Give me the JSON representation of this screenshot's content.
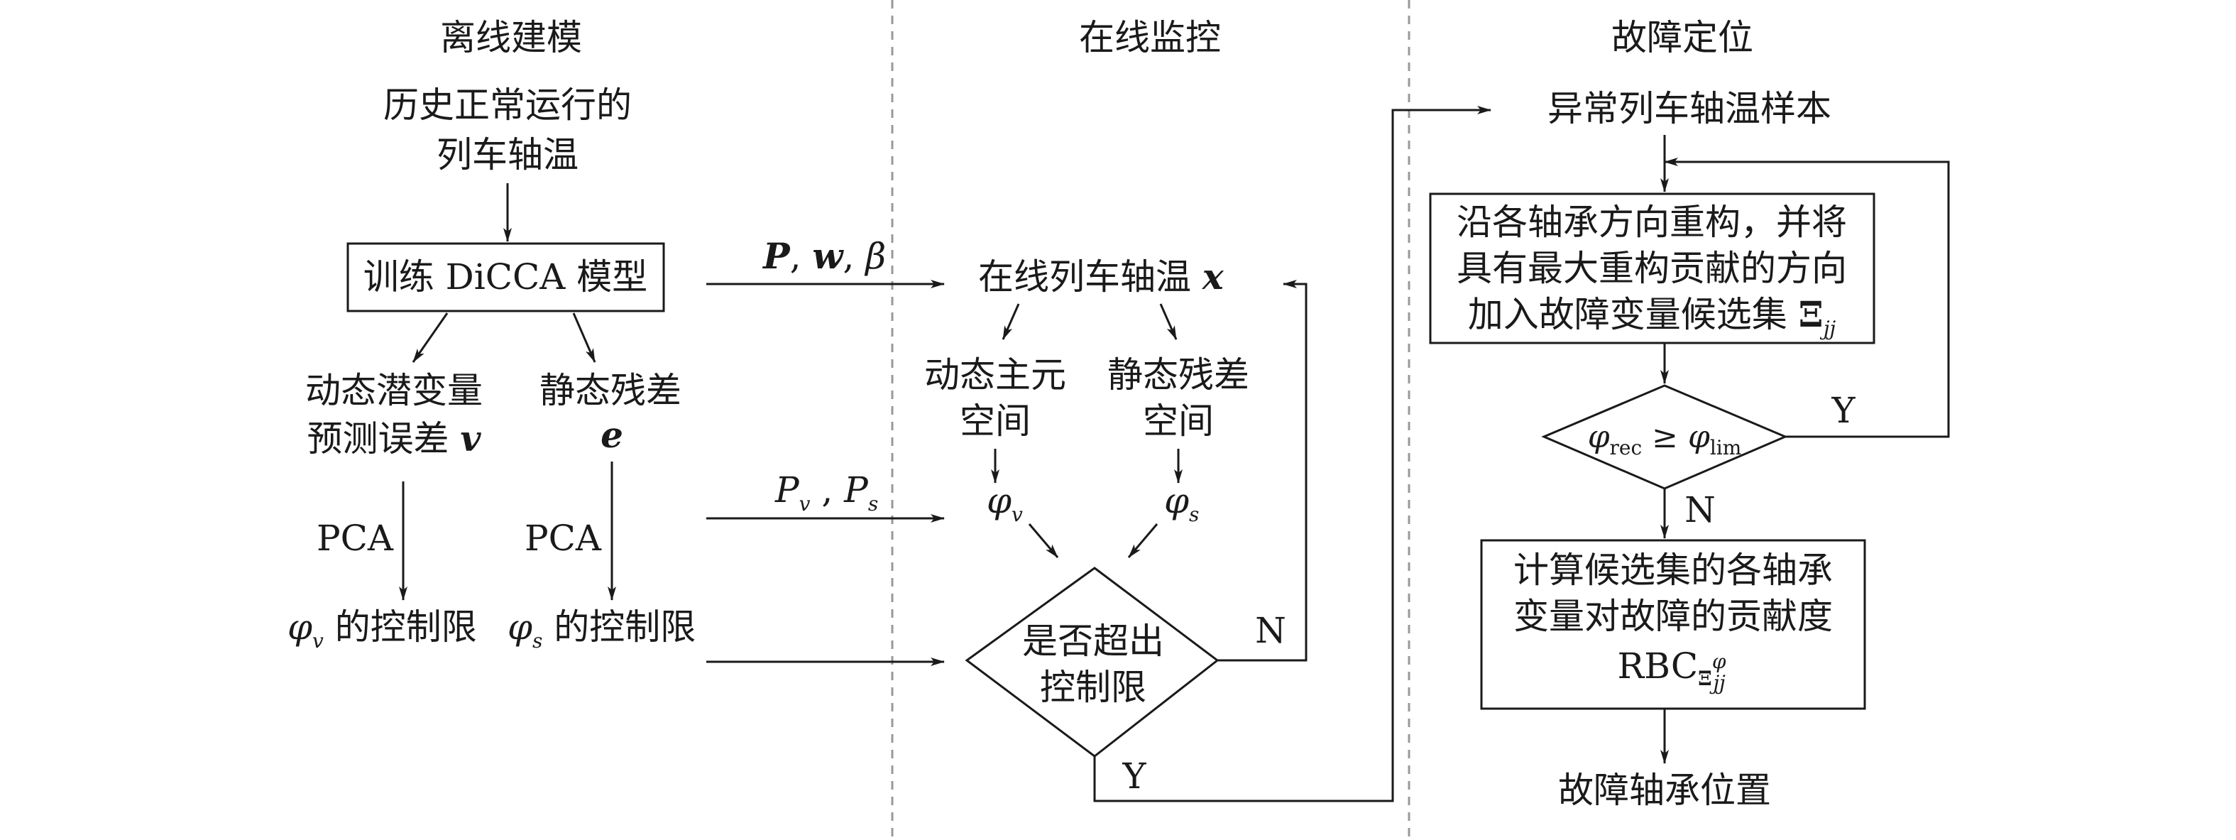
{
  "sections": {
    "offline": "离线建模",
    "online": "在线监控",
    "localization": "故障定位"
  },
  "offline": {
    "history_line1": "历史正常运行的",
    "history_line2": "列车轴温",
    "train_model": "训练 DiCCA 模型",
    "dyn_latent_line1": "动态潜变量",
    "dyn_latent_line2": "预测误差",
    "dyn_latent_var": "v",
    "static_resid": "静态残差",
    "static_resid_var": "e",
    "pca_left": "PCA",
    "pca_right": "PCA",
    "limit_v_sym": "φ",
    "limit_v_sub": "v",
    "limit_v_text": " 的控制限",
    "limit_s_sym": "φ",
    "limit_s_sub": "s",
    "limit_s_text": " 的控制限"
  },
  "transfers": {
    "params_P": "P",
    "params_sep1": ", ",
    "params_w": "w",
    "params_sep2": ", ",
    "params_beta": "β",
    "proj_P1": "P",
    "proj_sub1": "v",
    "proj_sep": " , ",
    "proj_P2": "P",
    "proj_sub2": "s"
  },
  "online": {
    "input_text": "在线列车轴温",
    "input_var": "x",
    "dyn_space_line1": "动态主元",
    "dyn_space_line2": "空间",
    "static_space_line1": "静态残差",
    "static_space_line2": "空间",
    "stat_v_sym": "φ",
    "stat_v_sub": "v",
    "stat_s_sym": "φ",
    "stat_s_sub": "s",
    "decision_line1": "是否超出",
    "decision_line2": "控制限",
    "label_no": "N",
    "label_yes": "Y"
  },
  "localization": {
    "abnormal_sample": "异常列车轴温样本",
    "reconstruct_line1": "沿各轴承方向重构，并将",
    "reconstruct_line2": "具有最大重构贡献的方向",
    "reconstruct_line3": "加入故障变量候选集",
    "xi_symbol": "Ξ",
    "xi_sub": "jj",
    "cond_phi1": "φ",
    "cond_sub1": "rec",
    "cond_op": " ≥ ",
    "cond_phi2": "φ",
    "cond_sub2": "lim",
    "label_yes": "Y",
    "label_no": "N",
    "rbc_line1": "计算候选集的各轴承",
    "rbc_line2": "变量对故障的贡献度",
    "rbc_text": "RBC",
    "rbc_xi": "Ξ",
    "rbc_sup": "φ",
    "rbc_sub": "jj",
    "result": "故障轴承位置"
  }
}
